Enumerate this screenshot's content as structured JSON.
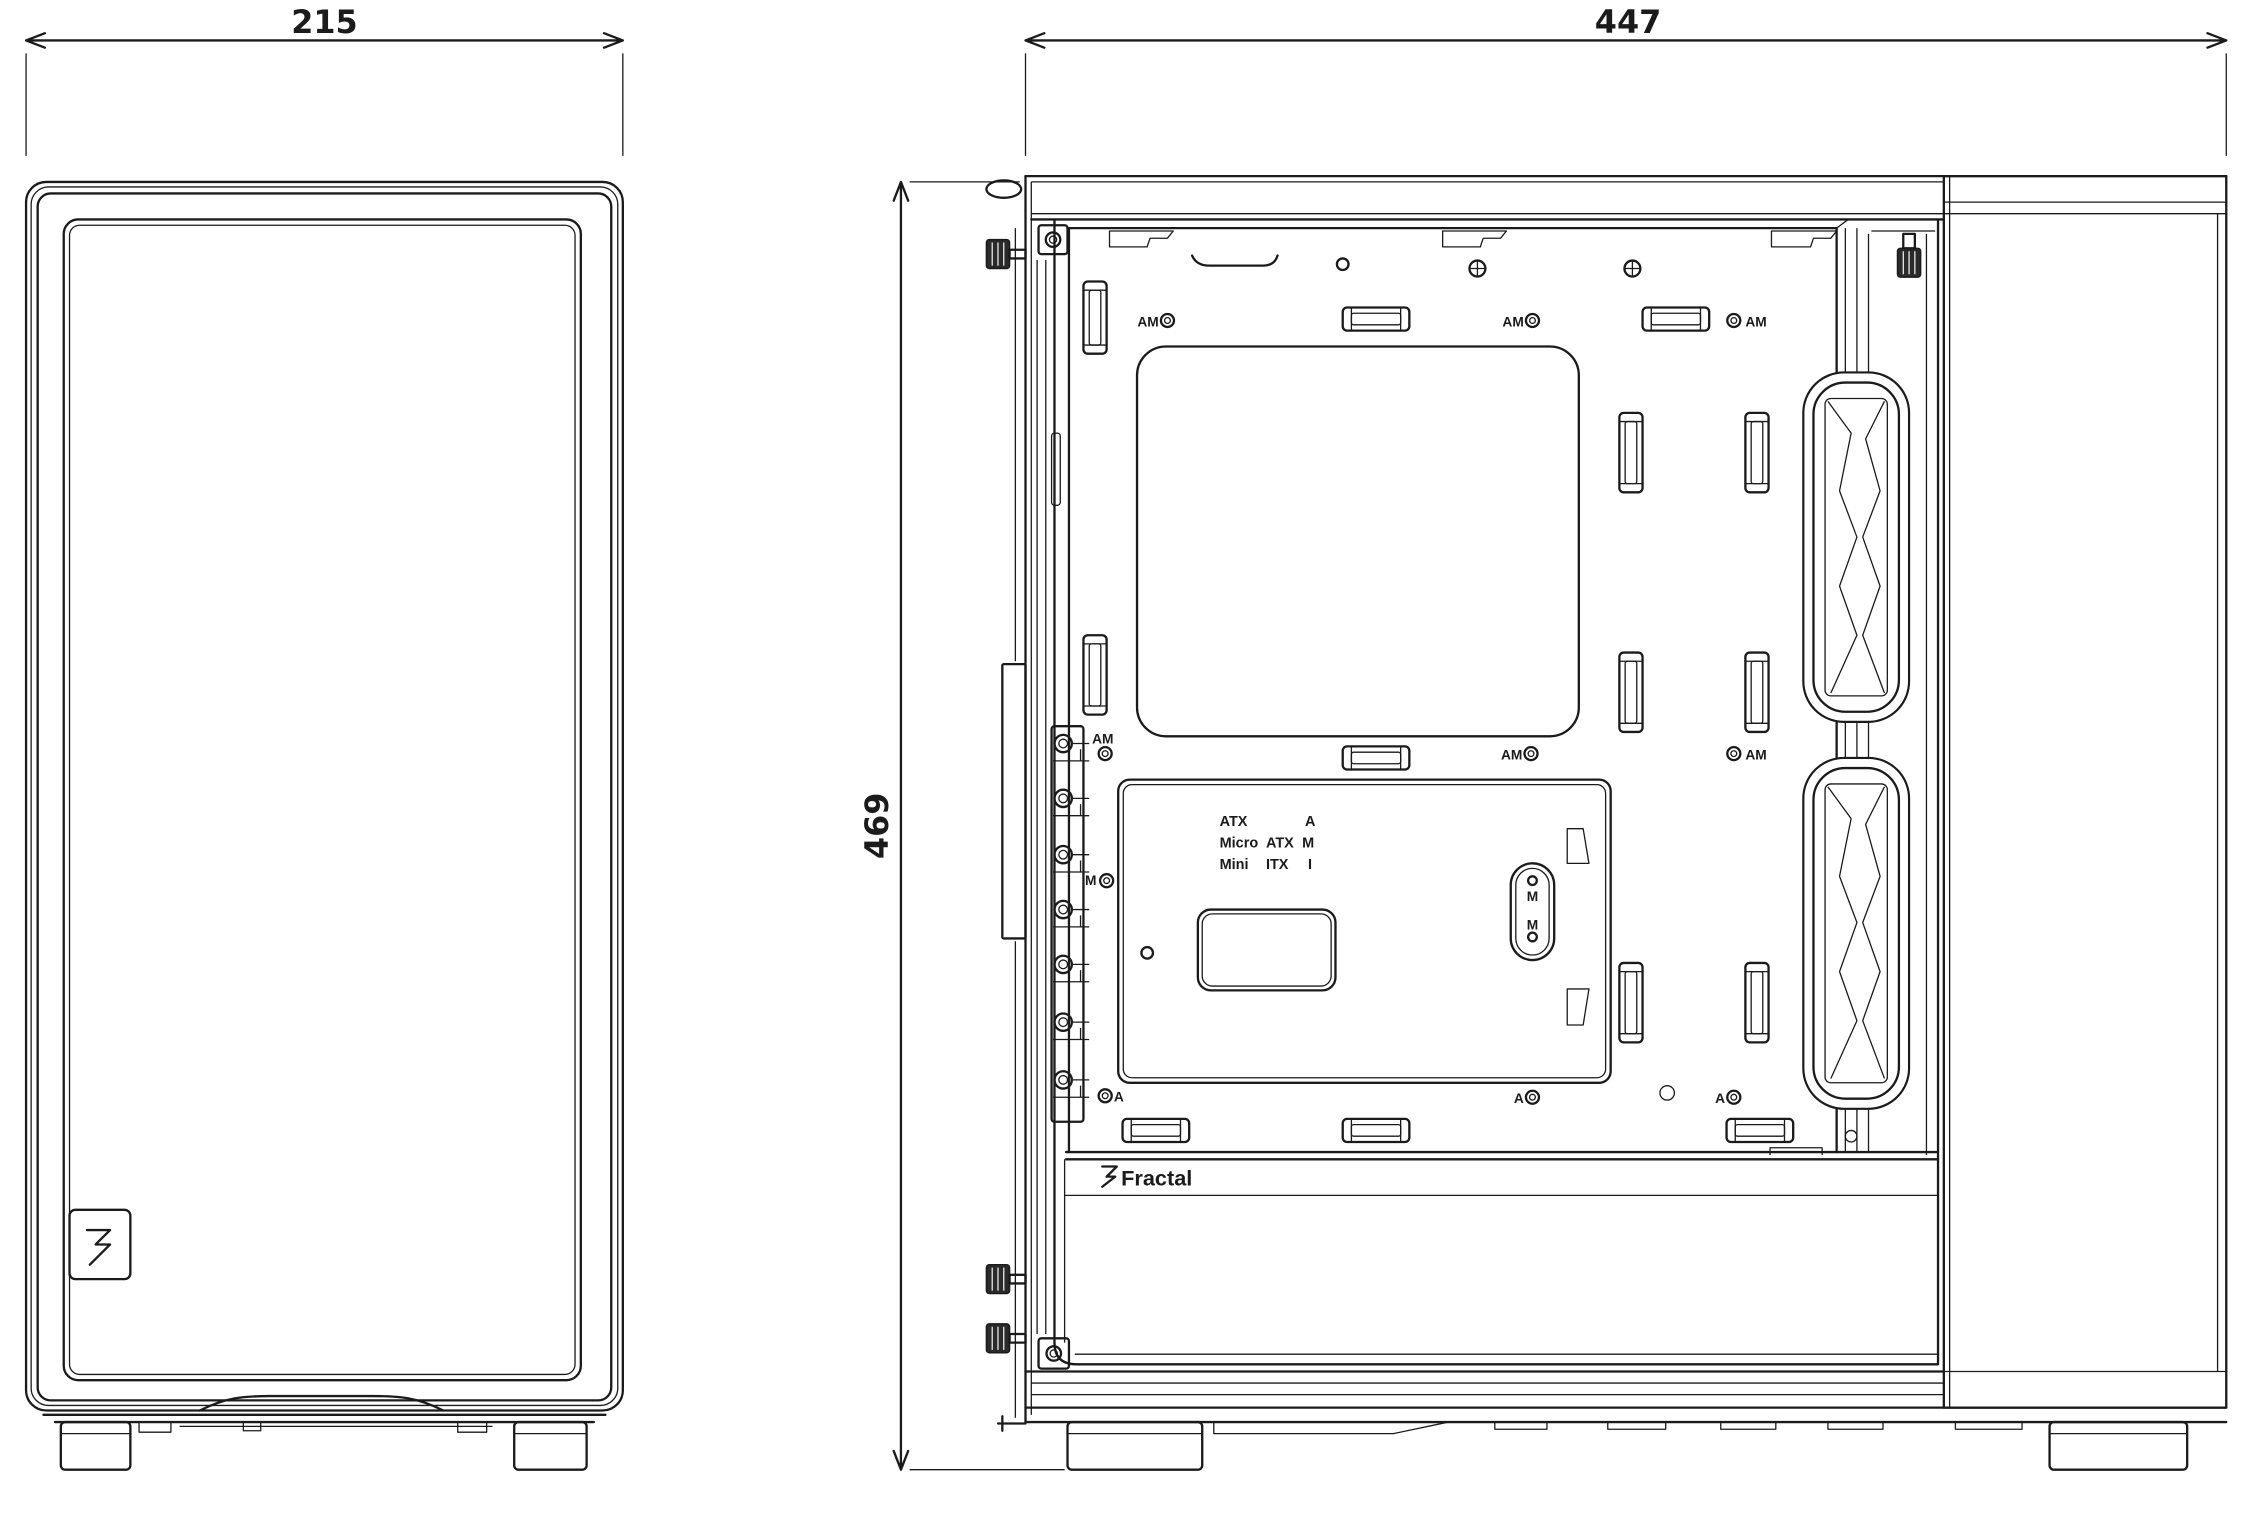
{
  "dimensions": {
    "front_width": "215",
    "side_depth": "447",
    "side_height": "469"
  },
  "standoff_labels": [
    "AM",
    "AM",
    "AM",
    "AM",
    "AM",
    "AM",
    "M",
    "A",
    "A",
    "A"
  ],
  "form_factor_table": [
    {
      "name": "ATX",
      "code": "A"
    },
    {
      "name": "Micro",
      "size": "ATX",
      "code": "M"
    },
    {
      "name": "Mini",
      "size": "ITX",
      "code": "I"
    }
  ],
  "slot_labels": [
    "M",
    "M"
  ],
  "logo_text": "Fractal",
  "colors": {
    "line": "#1b1b1b",
    "background": "#ffffff"
  }
}
